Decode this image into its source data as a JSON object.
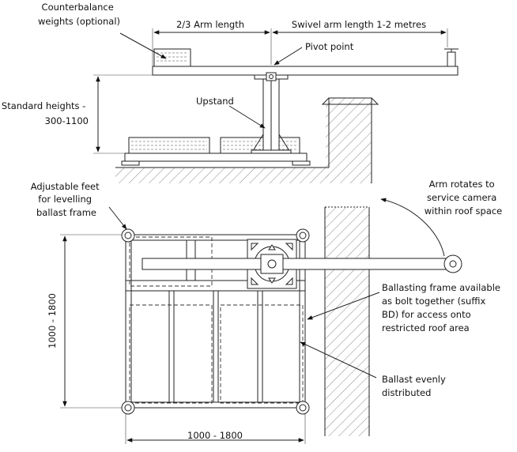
{
  "labels": {
    "counterbalance": [
      "Counterbalance",
      "weights (optional)"
    ],
    "arm_length_two_thirds": "2/3 Arm length",
    "swivel_arm_length": "Swivel arm length 1-2 metres",
    "pivot_point": "Pivot point",
    "upstand": "Upstand",
    "standard_heights": [
      "Standard heights -",
      "300-1100"
    ],
    "adjustable_feet": [
      "Adjustable feet",
      "for levelling",
      "ballast frame"
    ],
    "arm_rotates": [
      "Arm rotates to",
      "service camera",
      "within roof space"
    ],
    "ballasting_frame": [
      "Ballasting frame available",
      "as bolt together (suffix",
      "BD) for access onto",
      "restricted roof area"
    ],
    "ballast_distributed": [
      "Ballast evenly",
      "distributed"
    ],
    "dim_vertical": "1000 - 1800",
    "dim_horizontal": "1000 - 1800"
  }
}
